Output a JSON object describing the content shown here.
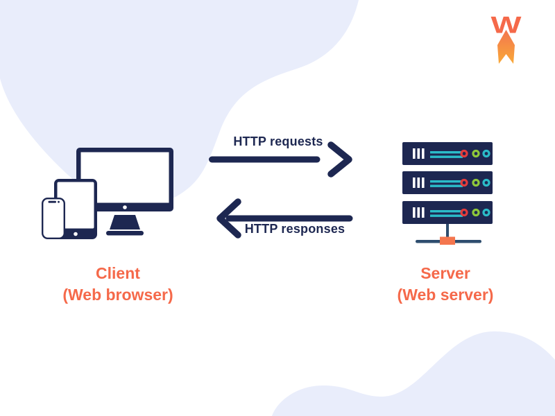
{
  "logo": {
    "letter": "W"
  },
  "arrows": {
    "request_label": "HTTP requests",
    "response_label": "HTTP responses"
  },
  "client": {
    "title": "Client",
    "subtitle": "(Web browser)"
  },
  "server": {
    "title": "Server",
    "subtitle": "(Web server)"
  },
  "colors": {
    "navy": "#1D2751",
    "orange": "#F5694A",
    "lavender": "#E9EDFB",
    "teal": "#2BBCC9",
    "green": "#8FC93A",
    "red": "#E23B3B",
    "slate": "#2E4D6E",
    "connector-orange": "#F4764E",
    "flame-top": "#F3764F",
    "flame-bottom": "#F9A938"
  }
}
